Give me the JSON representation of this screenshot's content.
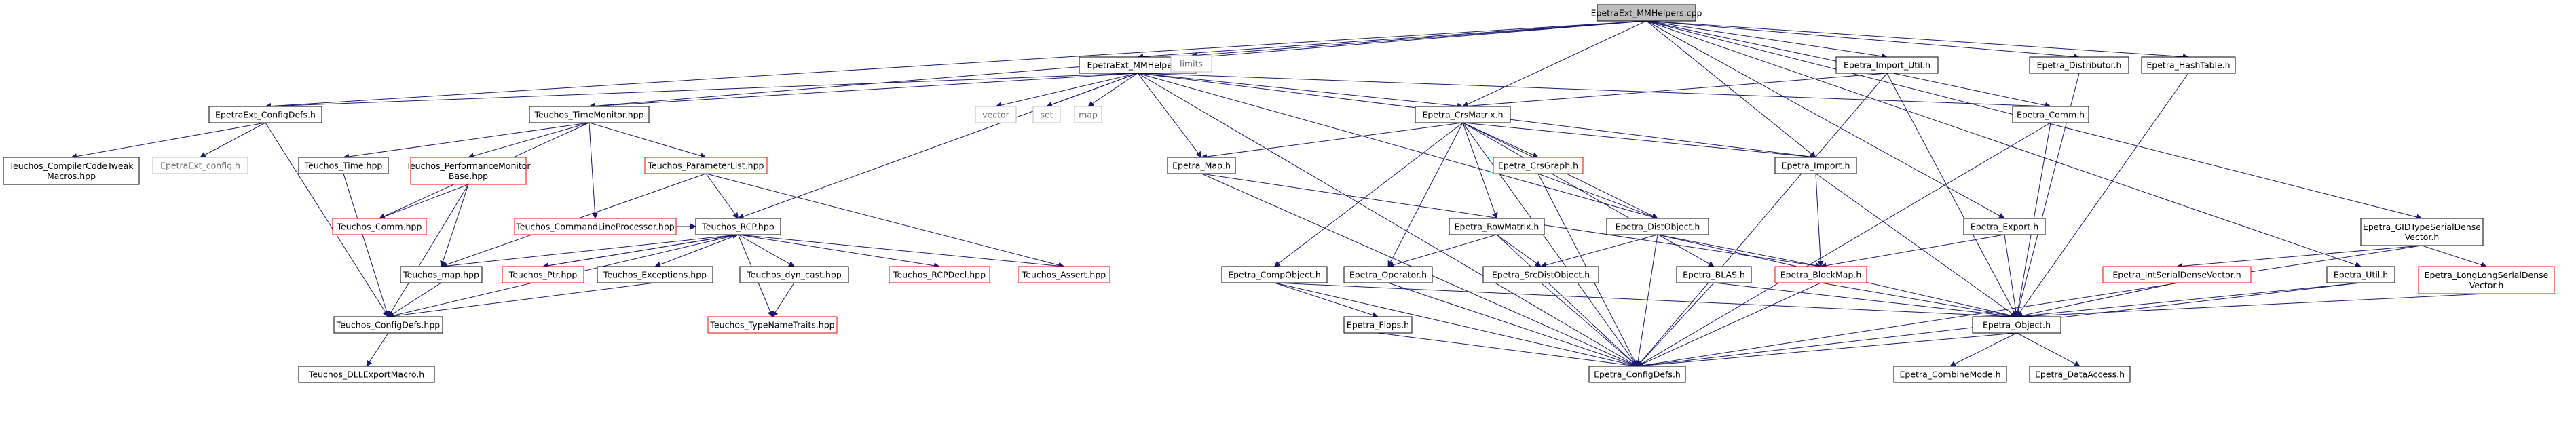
{
  "diagram": {
    "nodes": [
      {
        "id": "root",
        "lines": [
          "EpetraExt_MMHelpers.cpp"
        ],
        "kind": "root"
      },
      {
        "id": "mmh",
        "lines": [
          "EpetraExt_MMHelpers.h"
        ],
        "kind": "normal"
      },
      {
        "id": "limits",
        "lines": [
          "limits"
        ],
        "kind": "plain"
      },
      {
        "id": "impu",
        "lines": [
          "Epetra_Import_Util.h"
        ],
        "kind": "normal"
      },
      {
        "id": "distr",
        "lines": [
          "Epetra_Distributor.h"
        ],
        "kind": "normal"
      },
      {
        "id": "hash",
        "lines": [
          "Epetra_HashTable.h"
        ],
        "kind": "normal"
      },
      {
        "id": "cfgd",
        "lines": [
          "EpetraExt_ConfigDefs.h"
        ],
        "kind": "normal"
      },
      {
        "id": "tmon",
        "lines": [
          "Teuchos_TimeMonitor.hpp"
        ],
        "kind": "normal"
      },
      {
        "id": "vector",
        "lines": [
          "vector"
        ],
        "kind": "plain"
      },
      {
        "id": "set",
        "lines": [
          "set"
        ],
        "kind": "plain"
      },
      {
        "id": "map",
        "lines": [
          "map"
        ],
        "kind": "plain"
      },
      {
        "id": "crsm",
        "lines": [
          "Epetra_CrsMatrix.h"
        ],
        "kind": "normal"
      },
      {
        "id": "comm",
        "lines": [
          "Epetra_Comm.h"
        ],
        "kind": "normal"
      },
      {
        "id": "cctm",
        "lines": [
          "Teuchos_CompilerCodeTweak",
          "Macros.hpp"
        ],
        "kind": "normal"
      },
      {
        "id": "extcfg",
        "lines": [
          "EpetraExt_config.h"
        ],
        "kind": "plain"
      },
      {
        "id": "ttime",
        "lines": [
          "Teuchos_Time.hpp"
        ],
        "kind": "normal"
      },
      {
        "id": "perf",
        "lines": [
          "Teuchos_PerformanceMonitor",
          "Base.hpp"
        ],
        "kind": "red"
      },
      {
        "id": "plist",
        "lines": [
          "Teuchos_ParameterList.hpp"
        ],
        "kind": "red"
      },
      {
        "id": "emap",
        "lines": [
          "Epetra_Map.h"
        ],
        "kind": "normal"
      },
      {
        "id": "crsg",
        "lines": [
          "Epetra_CrsGraph.h"
        ],
        "kind": "red"
      },
      {
        "id": "imp",
        "lines": [
          "Epetra_Import.h"
        ],
        "kind": "normal"
      },
      {
        "id": "tcomm",
        "lines": [
          "Teuchos_Comm.hpp"
        ],
        "kind": "red"
      },
      {
        "id": "clp",
        "lines": [
          "Teuchos_CommandLineProcessor.hpp"
        ],
        "kind": "red"
      },
      {
        "id": "rcp",
        "lines": [
          "Teuchos_RCP.hpp"
        ],
        "kind": "normal"
      },
      {
        "id": "rowm",
        "lines": [
          "Epetra_RowMatrix.h"
        ],
        "kind": "normal"
      },
      {
        "id": "dist",
        "lines": [
          "Epetra_DistObject.h"
        ],
        "kind": "normal"
      },
      {
        "id": "exp",
        "lines": [
          "Epetra_Export.h"
        ],
        "kind": "normal"
      },
      {
        "id": "gid",
        "lines": [
          "Epetra_GIDTypeSerialDense",
          "Vector.h"
        ],
        "kind": "normal"
      },
      {
        "id": "tmapp",
        "lines": [
          "Teuchos_map.hpp"
        ],
        "kind": "normal"
      },
      {
        "id": "ptr",
        "lines": [
          "Teuchos_Ptr.hpp"
        ],
        "kind": "red"
      },
      {
        "id": "texc",
        "lines": [
          "Teuchos_Exceptions.hpp"
        ],
        "kind": "normal"
      },
      {
        "id": "dyn",
        "lines": [
          "Teuchos_dyn_cast.hpp"
        ],
        "kind": "normal"
      },
      {
        "id": "rcpd",
        "lines": [
          "Teuchos_RCPDecl.hpp"
        ],
        "kind": "red"
      },
      {
        "id": "asrt",
        "lines": [
          "Teuchos_Assert.hpp"
        ],
        "kind": "red"
      },
      {
        "id": "compo",
        "lines": [
          "Epetra_CompObject.h"
        ],
        "kind": "normal"
      },
      {
        "id": "op",
        "lines": [
          "Epetra_Operator.h"
        ],
        "kind": "normal"
      },
      {
        "id": "srcd",
        "lines": [
          "Epetra_SrcDistObject.h"
        ],
        "kind": "normal"
      },
      {
        "id": "blas",
        "lines": [
          "Epetra_BLAS.h"
        ],
        "kind": "normal"
      },
      {
        "id": "bmap",
        "lines": [
          "Epetra_BlockMap.h"
        ],
        "kind": "red"
      },
      {
        "id": "isdv",
        "lines": [
          "Epetra_IntSerialDenseVector.h"
        ],
        "kind": "red"
      },
      {
        "id": "util",
        "lines": [
          "Epetra_Util.h"
        ],
        "kind": "normal"
      },
      {
        "id": "llsdv",
        "lines": [
          "Epetra_LongLongSerialDense",
          "Vector.h"
        ],
        "kind": "red"
      },
      {
        "id": "tcfg",
        "lines": [
          "Teuchos_ConfigDefs.hpp"
        ],
        "kind": "normal"
      },
      {
        "id": "tnt",
        "lines": [
          "Teuchos_TypeNameTraits.hpp"
        ],
        "kind": "red"
      },
      {
        "id": "flops",
        "lines": [
          "Epetra_Flops.h"
        ],
        "kind": "normal"
      },
      {
        "id": "obj",
        "lines": [
          "Epetra_Object.h"
        ],
        "kind": "normal"
      },
      {
        "id": "dll",
        "lines": [
          "Teuchos_DLLExportMacro.h"
        ],
        "kind": "normal"
      },
      {
        "id": "ecfg",
        "lines": [
          "Epetra_ConfigDefs.h"
        ],
        "kind": "normal"
      },
      {
        "id": "cmode",
        "lines": [
          "Epetra_CombineMode.h"
        ],
        "kind": "normal"
      },
      {
        "id": "dacc",
        "lines": [
          "Epetra_DataAccess.h"
        ],
        "kind": "normal"
      }
    ],
    "edges": [
      [
        "root",
        "mmh"
      ],
      [
        "root",
        "limits"
      ],
      [
        "root",
        "impu"
      ],
      [
        "root",
        "distr"
      ],
      [
        "root",
        "hash"
      ],
      [
        "root",
        "cfgd"
      ],
      [
        "root",
        "tmon"
      ],
      [
        "root",
        "crsm"
      ],
      [
        "root",
        "comm"
      ],
      [
        "root",
        "imp"
      ],
      [
        "root",
        "exp"
      ],
      [
        "root",
        "gid"
      ],
      [
        "root",
        "util"
      ],
      [
        "mmh",
        "cfgd"
      ],
      [
        "mmh",
        "tmon"
      ],
      [
        "mmh",
        "vector"
      ],
      [
        "mmh",
        "set"
      ],
      [
        "mmh",
        "map"
      ],
      [
        "mmh",
        "crsm"
      ],
      [
        "mmh",
        "comm"
      ],
      [
        "mmh",
        "emap"
      ],
      [
        "mmh",
        "imp"
      ],
      [
        "mmh",
        "dist"
      ],
      [
        "mmh",
        "rcp"
      ],
      [
        "mmh",
        "ecfg"
      ],
      [
        "impu",
        "crsm"
      ],
      [
        "impu",
        "obj"
      ],
      [
        "impu",
        "ecfg"
      ],
      [
        "distr",
        "obj"
      ],
      [
        "hash",
        "obj"
      ],
      [
        "cfgd",
        "cctm"
      ],
      [
        "cfgd",
        "extcfg"
      ],
      [
        "cfgd",
        "tcfg"
      ],
      [
        "tmon",
        "ttime"
      ],
      [
        "tmon",
        "perf"
      ],
      [
        "tmon",
        "plist"
      ],
      [
        "tmon",
        "tcomm"
      ],
      [
        "tmon",
        "clp"
      ],
      [
        "crsm",
        "emap"
      ],
      [
        "crsm",
        "crsg"
      ],
      [
        "crsm",
        "imp"
      ],
      [
        "crsm",
        "dist"
      ],
      [
        "crsm",
        "rowm"
      ],
      [
        "crsm",
        "compo"
      ],
      [
        "crsm",
        "op"
      ],
      [
        "crsm",
        "blas"
      ],
      [
        "crsm",
        "ecfg"
      ],
      [
        "comm",
        "obj"
      ],
      [
        "comm",
        "ecfg"
      ],
      [
        "ttime",
        "tcfg"
      ],
      [
        "perf",
        "tcomm"
      ],
      [
        "perf",
        "tmapp"
      ],
      [
        "perf",
        "tcfg"
      ],
      [
        "plist",
        "rcp"
      ],
      [
        "plist",
        "tmapp"
      ],
      [
        "plist",
        "asrt"
      ],
      [
        "emap",
        "bmap"
      ],
      [
        "emap",
        "ecfg"
      ],
      [
        "crsg",
        "dist"
      ],
      [
        "crsg",
        "ecfg"
      ],
      [
        "imp",
        "bmap"
      ],
      [
        "imp",
        "obj"
      ],
      [
        "clp",
        "rcp"
      ],
      [
        "rcp",
        "tmapp"
      ],
      [
        "rcp",
        "ptr"
      ],
      [
        "rcp",
        "texc"
      ],
      [
        "rcp",
        "dyn"
      ],
      [
        "rcp",
        "rcpd"
      ],
      [
        "rcp",
        "asrt"
      ],
      [
        "rcp",
        "tnt"
      ],
      [
        "rcp",
        "tcfg"
      ],
      [
        "rowm",
        "op"
      ],
      [
        "rowm",
        "srcd"
      ],
      [
        "rowm",
        "ecfg"
      ],
      [
        "dist",
        "srcd"
      ],
      [
        "dist",
        "bmap"
      ],
      [
        "dist",
        "obj"
      ],
      [
        "dist",
        "ecfg"
      ],
      [
        "exp",
        "bmap"
      ],
      [
        "exp",
        "obj"
      ],
      [
        "gid",
        "isdv"
      ],
      [
        "gid",
        "llsdv"
      ],
      [
        "gid",
        "ecfg"
      ],
      [
        "tmapp",
        "tcfg"
      ],
      [
        "ptr",
        "rcp"
      ],
      [
        "texc",
        "tcfg"
      ],
      [
        "dyn",
        "tnt"
      ],
      [
        "compo",
        "flops"
      ],
      [
        "compo",
        "obj"
      ],
      [
        "compo",
        "ecfg"
      ],
      [
        "op",
        "ecfg"
      ],
      [
        "srcd",
        "ecfg"
      ],
      [
        "blas",
        "obj"
      ],
      [
        "blas",
        "ecfg"
      ],
      [
        "bmap",
        "obj"
      ],
      [
        "bmap",
        "ecfg"
      ],
      [
        "isdv",
        "obj"
      ],
      [
        "util",
        "obj"
      ],
      [
        "util",
        "ecfg"
      ],
      [
        "llsdv",
        "obj"
      ],
      [
        "tcfg",
        "dll"
      ],
      [
        "flops",
        "ecfg"
      ],
      [
        "obj",
        "ecfg"
      ],
      [
        "obj",
        "cmode"
      ],
      [
        "obj",
        "dacc"
      ]
    ]
  },
  "colors": {
    "edge": "#191970",
    "normal_border": "#000000",
    "red_border": "#ff0000",
    "plain_border": "#bfbfbf",
    "root_fill": "#bfbfbf",
    "fill": "#ffffff"
  }
}
